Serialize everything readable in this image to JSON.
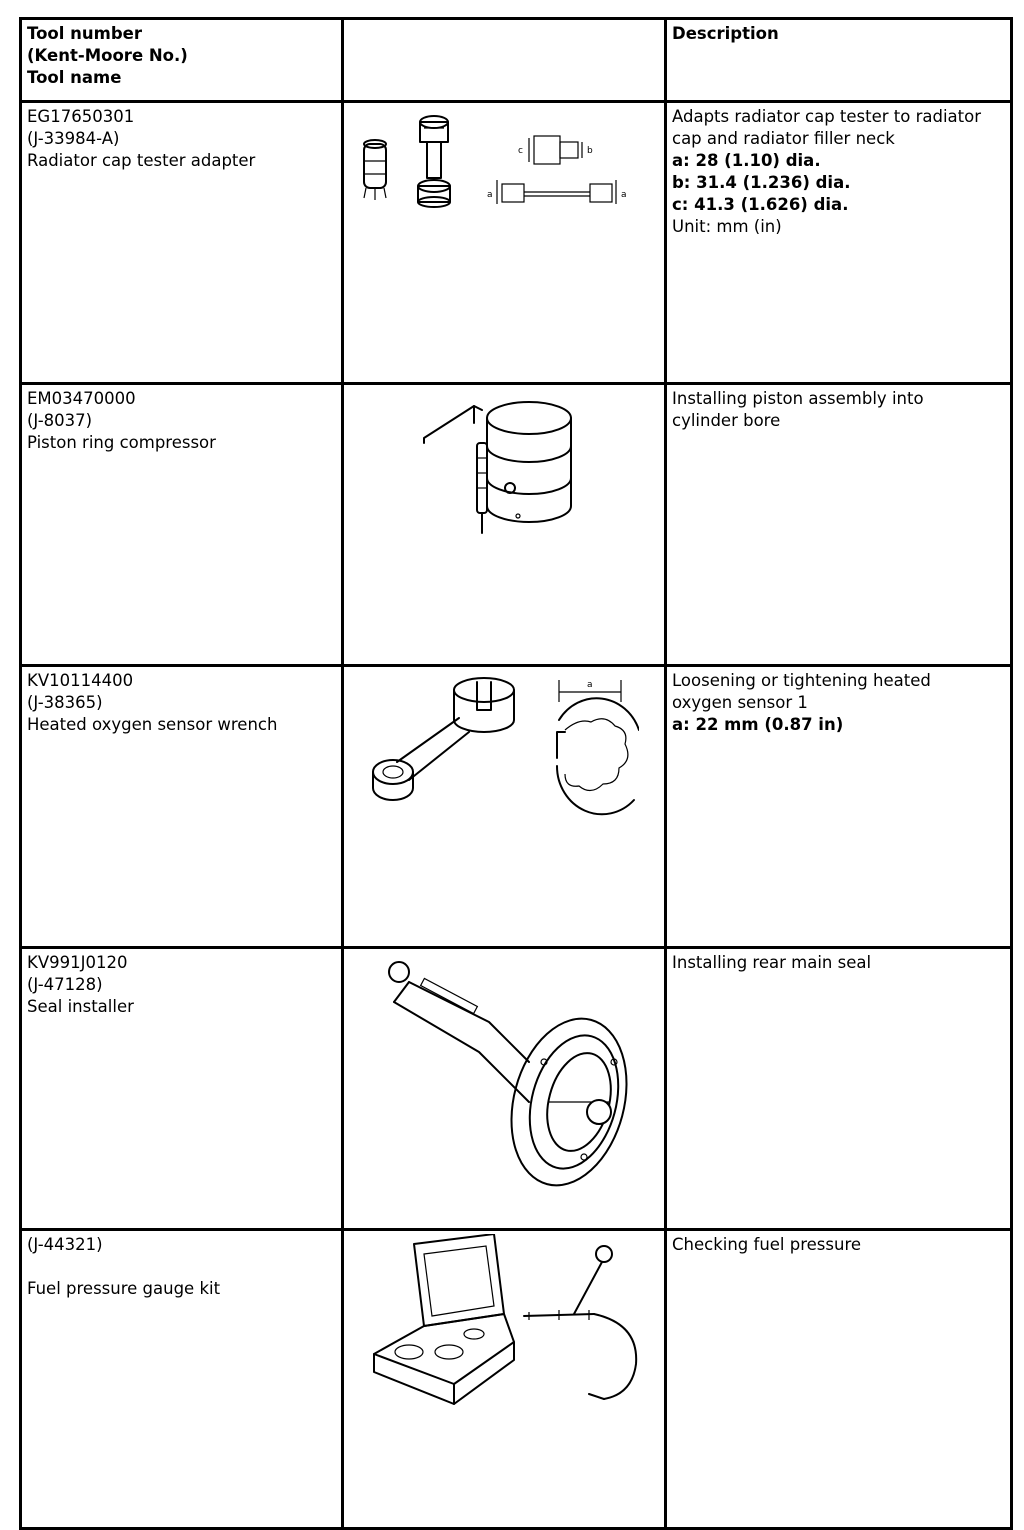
{
  "header": {
    "col1": [
      "Tool number",
      "(Kent-Moore No.)",
      "Tool name"
    ],
    "col2": "",
    "col3": "Description"
  },
  "rows": [
    {
      "tool_number": "EG17650301",
      "kent_moore": "(J-33984-A)",
      "tool_name": "Radiator cap tester adapter",
      "illustration_icon": "radiator-cap-tester-adapter-icon",
      "description": [
        "Adapts radiator cap tester to radiator",
        "cap and radiator filler neck"
      ],
      "specs": [
        "a: 28 (1.10) dia.",
        "b: 31.4 (1.236) dia.",
        "c: 41.3 (1.626) dia."
      ],
      "unit": "Unit: mm (in)",
      "labels": [
        "c",
        "b",
        "a",
        "a"
      ]
    },
    {
      "tool_number": "EM03470000",
      "kent_moore": "(J-8037)",
      "tool_name": "Piston ring compressor",
      "illustration_icon": "piston-ring-compressor-icon",
      "description": [
        "Installing piston assembly into",
        "cylinder bore"
      ]
    },
    {
      "tool_number": "KV10114400",
      "kent_moore": "(J-38365)",
      "tool_name": "Heated oxygen sensor wrench",
      "illustration_icon": "heated-oxygen-sensor-wrench-icon",
      "description": [
        "Loosening or tightening heated",
        "oxygen sensor 1"
      ],
      "specs": [
        "a: 22 mm (0.87 in)"
      ],
      "labels": [
        "a"
      ]
    },
    {
      "tool_number": "KV991J0120",
      "kent_moore": "(J-47128)",
      "tool_name": "Seal installer",
      "illustration_icon": "seal-installer-icon",
      "description": [
        "Installing rear main seal"
      ]
    },
    {
      "kent_moore": "(J-44321)",
      "tool_name": "Fuel pressure gauge kit",
      "illustration_icon": "fuel-pressure-gauge-kit-icon",
      "description": [
        "Checking fuel pressure"
      ]
    }
  ]
}
